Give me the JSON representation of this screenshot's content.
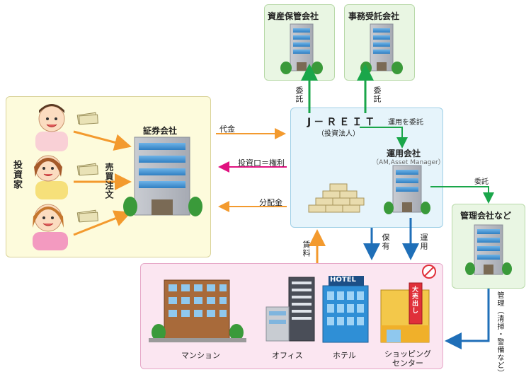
{
  "boxes": {
    "custody": "資産保管会社",
    "admin": "事務受託会社",
    "securities": "証券会社",
    "jreit_title": "J－ＲＥＩＴ",
    "jreit_sub": "（投資法人）",
    "asset_manager": "運用会社",
    "asset_manager_sub": "（AM,Asset Manager）",
    "property_mgmt": "管理会社など"
  },
  "labels": {
    "investors": "投資家",
    "trade_order": "売買注文",
    "consign_left": "委託",
    "consign_right": "委託",
    "consign_pm": "委託",
    "price": "代金",
    "unit_rights": "投資口＝権利",
    "distribution": "分配金",
    "delegate_operation": "運用を委託",
    "rent": "賃料",
    "hold": "保有",
    "operate": "運用",
    "management": "管理（清掃・警備など）"
  },
  "properties": {
    "mansion": "マンション",
    "office": "オフィス",
    "hotel": "ホテル",
    "shopping": "ショッピングセンター",
    "hotel_sign": "HOTEL",
    "sale_sign": "大売出し"
  },
  "colors": {
    "orange_arrow": "#f39a2e",
    "green_arrow": "#1aa64a",
    "blue_arrow": "#1f6fb8",
    "magenta_arrow": "#e0117f"
  }
}
